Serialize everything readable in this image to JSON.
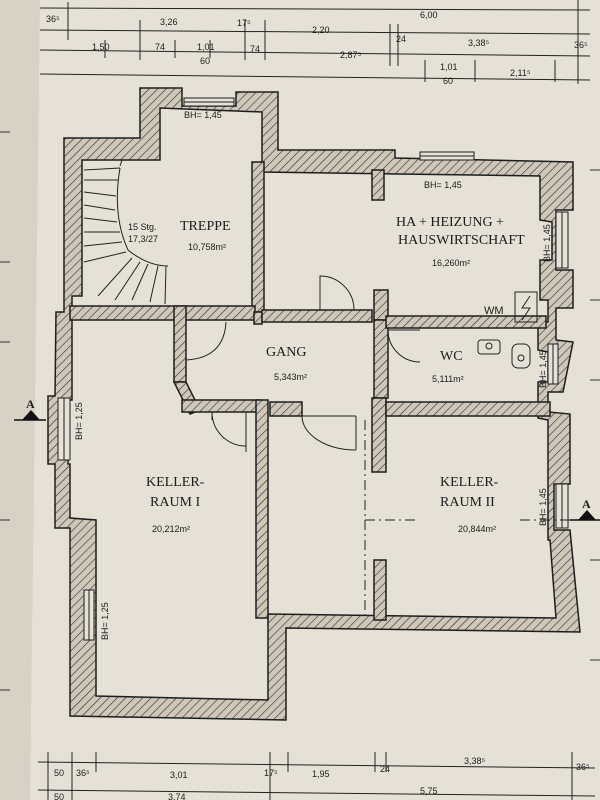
{
  "colors": {
    "paper": "#e6e1d6",
    "ink": "#1d1d1d",
    "wall_fill": "#c9c2b4"
  },
  "dimensions": {
    "top_row1": [
      "36⁵",
      "3,26",
      "17⁵",
      "2,20",
      "24",
      "6,00",
      "3,38⁵"
    ],
    "top_row2": [
      "1,50",
      "74",
      "1,01",
      "60",
      "74",
      "2,87⁵",
      "1,01",
      "60",
      "2,11⁵",
      "36⁵"
    ],
    "bottom_row1": [
      "50",
      "36⁵",
      "3,01",
      "17⁵",
      "1,95",
      "24",
      "3,38⁵",
      "36⁵"
    ],
    "bottom_row2": [
      "50",
      "3,74",
      "5,75"
    ]
  },
  "rooms": {
    "treppe": {
      "name": "TREPPE",
      "area": "10,758m²",
      "stairs": "15 Stg.",
      "stair_dim": "17,3/27"
    },
    "ha": {
      "line1": "HA + HEIZUNG +",
      "line2": "HAUSWIRTSCHAFT",
      "area": "16,260m²"
    },
    "gang": {
      "name": "GANG",
      "area": "5,343m²"
    },
    "wc": {
      "name": "WC",
      "area": "5,111m²"
    },
    "keller1": {
      "line1": "KELLER-",
      "line2": "RAUM I",
      "area": "20,212m²"
    },
    "keller2": {
      "line1": "KELLER-",
      "line2": "RAUM II",
      "area": "20,844m²"
    }
  },
  "windows": {
    "treppe_top": "BH= 1,45",
    "ha_top": "BH= 1,45",
    "ha_right": "BH= 1,45",
    "wc_right": "BH= 1,45",
    "keller2_right": "BH= 1,45",
    "keller1_left_top": "BH= 1,25",
    "keller1_left_bottom": "BH= 1,25"
  },
  "markers": {
    "section": "A",
    "wm": "WM"
  }
}
